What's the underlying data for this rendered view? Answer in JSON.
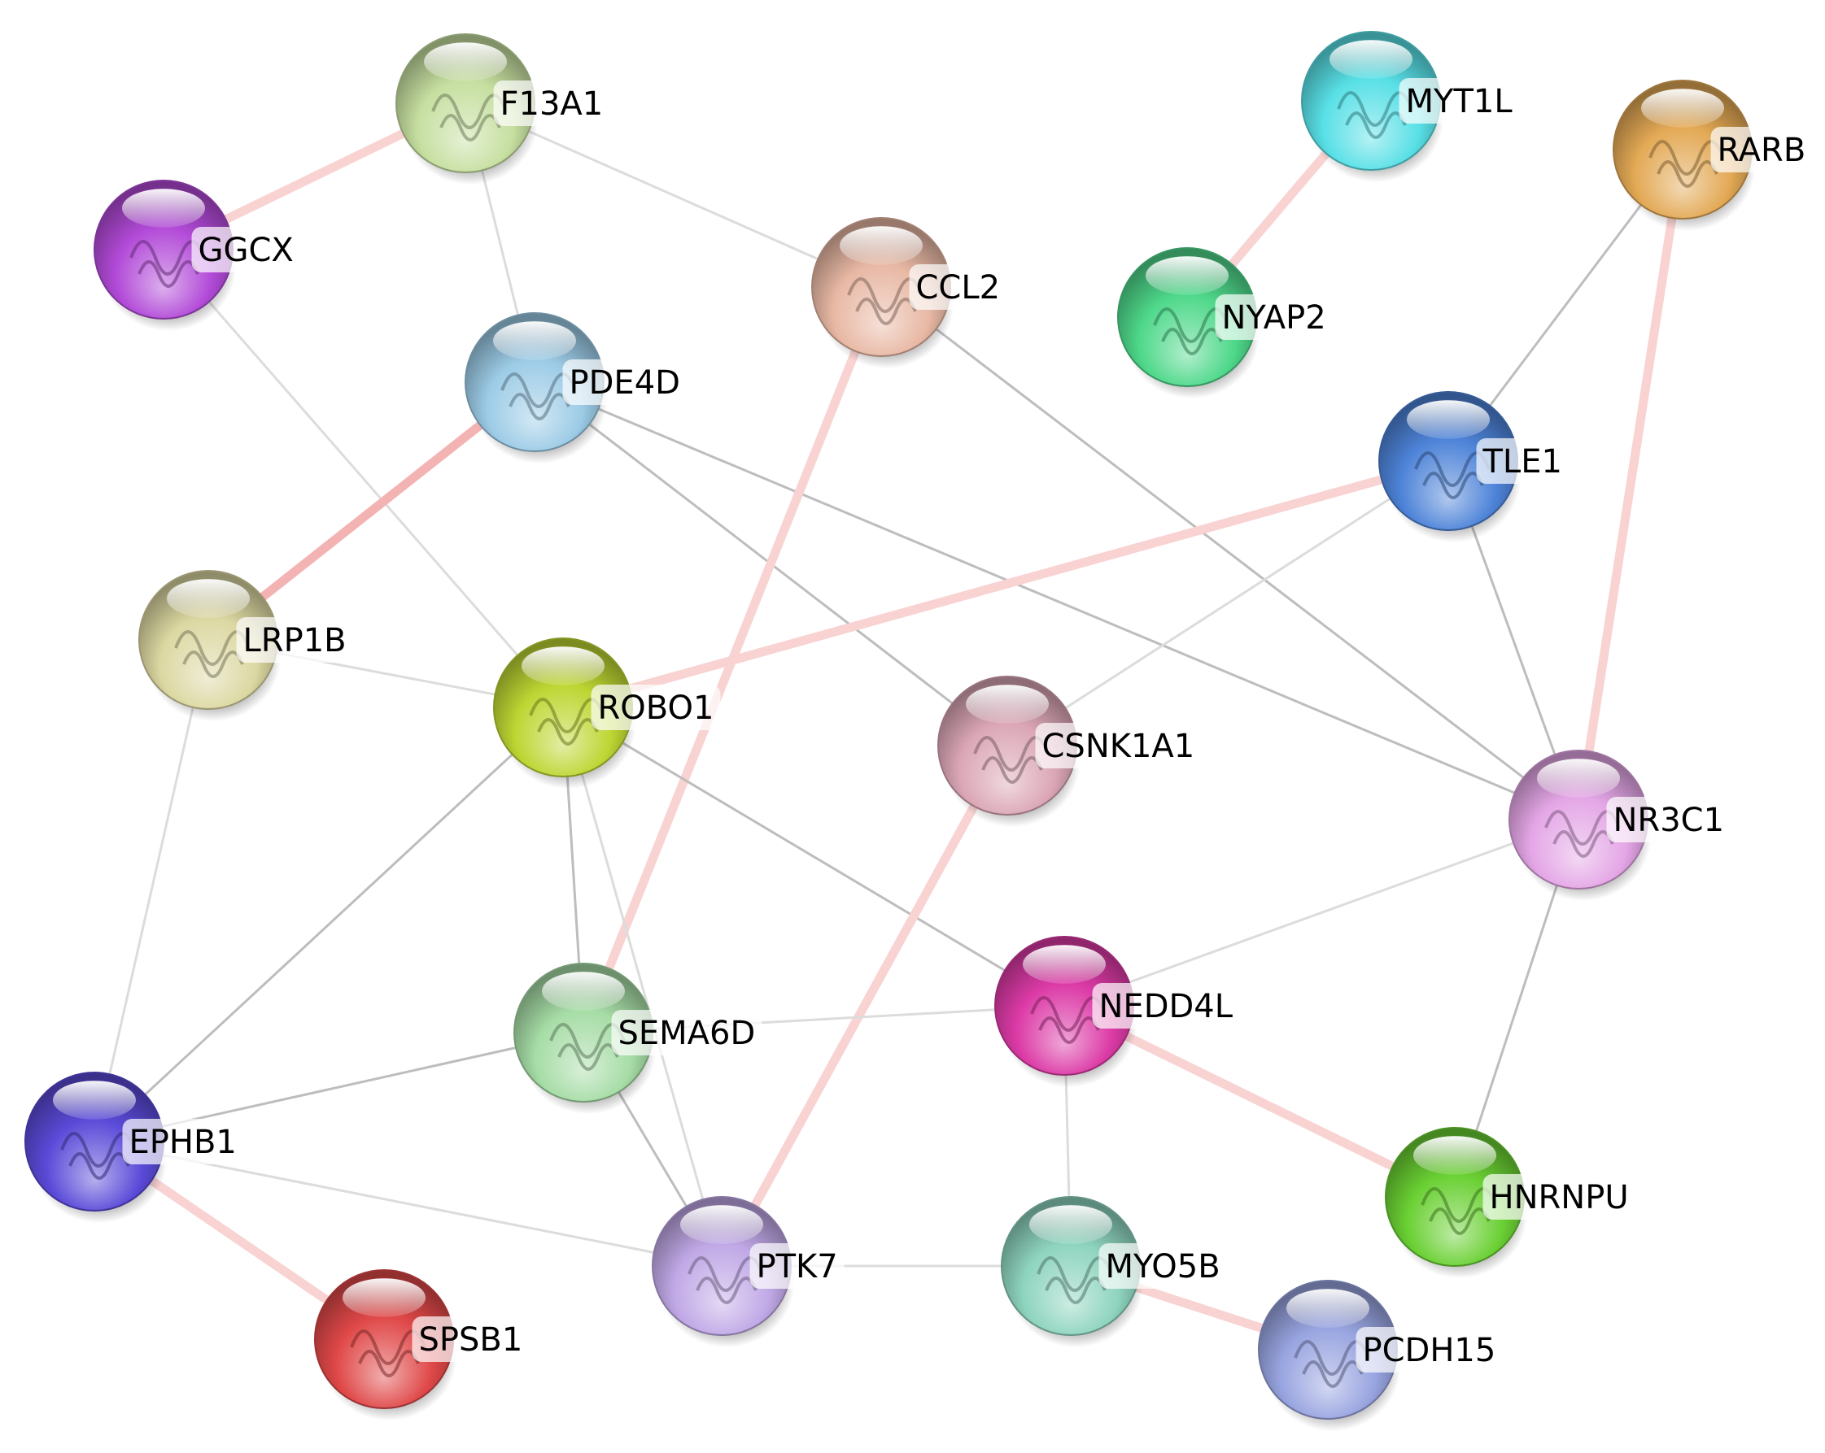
{
  "colors": {
    "background": "#ffffff",
    "edge_grey": "#bdbdbd",
    "edge_light": "#dcdcdc",
    "edge_red": "#f4b3b3",
    "edge_pink": "#f9d2d2"
  },
  "nodes": [
    {
      "id": "F13A1",
      "label": "F13A1",
      "color": "#c6dfa0"
    },
    {
      "id": "GGCX",
      "label": "GGCX",
      "color": "#b24ad8"
    },
    {
      "id": "CCL2",
      "label": "CCL2",
      "color": "#e8b8a4"
    },
    {
      "id": "MYT1L",
      "label": "MYT1L",
      "color": "#58e0e6"
    },
    {
      "id": "NYAP2",
      "label": "NYAP2",
      "color": "#4ed88a"
    },
    {
      "id": "RARB",
      "label": "RARB",
      "color": "#e3a955"
    },
    {
      "id": "PDE4D",
      "label": "PDE4D",
      "color": "#9ccbe6"
    },
    {
      "id": "TLE1",
      "label": "TLE1",
      "color": "#4d83d8"
    },
    {
      "id": "LRP1B",
      "label": "LRP1B",
      "color": "#dcd8a2"
    },
    {
      "id": "ROBO1",
      "label": "ROBO1",
      "color": "#bed633"
    },
    {
      "id": "CSNK1A1",
      "label": "CSNK1A1",
      "color": "#dba6b6"
    },
    {
      "id": "NR3C1",
      "label": "NR3C1",
      "color": "#e4a6e6"
    },
    {
      "id": "SEMA6D",
      "label": "SEMA6D",
      "color": "#a6dca6"
    },
    {
      "id": "NEDD4L",
      "label": "NEDD4L",
      "color": "#dc3aa6"
    },
    {
      "id": "EPHB1",
      "label": "EPHB1",
      "color": "#5a4ad8"
    },
    {
      "id": "HNRNPU",
      "label": "HNRNPU",
      "color": "#6ad033"
    },
    {
      "id": "PTK7",
      "label": "PTK7",
      "color": "#c0a8e6"
    },
    {
      "id": "MYO5B",
      "label": "MYO5B",
      "color": "#8ed4be"
    },
    {
      "id": "SPSB1",
      "label": "SPSB1",
      "color": "#e04848"
    },
    {
      "id": "PCDH15",
      "label": "PCDH15",
      "color": "#98a4e0"
    }
  ],
  "edges": [
    {
      "source": "F13A1",
      "target": "GGCX",
      "kind": "pink"
    },
    {
      "source": "F13A1",
      "target": "PDE4D",
      "kind": "light"
    },
    {
      "source": "F13A1",
      "target": "CCL2",
      "kind": "light"
    },
    {
      "source": "GGCX",
      "target": "ROBO1",
      "kind": "light"
    },
    {
      "source": "MYT1L",
      "target": "NYAP2",
      "kind": "pink"
    },
    {
      "source": "RARB",
      "target": "TLE1",
      "kind": "grey"
    },
    {
      "source": "RARB",
      "target": "NR3C1",
      "kind": "pink"
    },
    {
      "source": "PDE4D",
      "target": "LRP1B",
      "kind": "red"
    },
    {
      "source": "PDE4D",
      "target": "CSNK1A1",
      "kind": "grey"
    },
    {
      "source": "PDE4D",
      "target": "NR3C1",
      "kind": "grey"
    },
    {
      "source": "CCL2",
      "target": "SEMA6D",
      "kind": "pink"
    },
    {
      "source": "CCL2",
      "target": "NR3C1",
      "kind": "grey"
    },
    {
      "source": "TLE1",
      "target": "ROBO1",
      "kind": "pink"
    },
    {
      "source": "TLE1",
      "target": "CSNK1A1",
      "kind": "light"
    },
    {
      "source": "TLE1",
      "target": "NR3C1",
      "kind": "grey"
    },
    {
      "source": "LRP1B",
      "target": "ROBO1",
      "kind": "light"
    },
    {
      "source": "LRP1B",
      "target": "EPHB1",
      "kind": "light"
    },
    {
      "source": "ROBO1",
      "target": "SEMA6D",
      "kind": "grey"
    },
    {
      "source": "ROBO1",
      "target": "EPHB1",
      "kind": "grey"
    },
    {
      "source": "ROBO1",
      "target": "PTK7",
      "kind": "light"
    },
    {
      "source": "ROBO1",
      "target": "NEDD4L",
      "kind": "grey"
    },
    {
      "source": "CSNK1A1",
      "target": "PTK7",
      "kind": "pink"
    },
    {
      "source": "NR3C1",
      "target": "NEDD4L",
      "kind": "light"
    },
    {
      "source": "NR3C1",
      "target": "HNRNPU",
      "kind": "grey"
    },
    {
      "source": "SEMA6D",
      "target": "NEDD4L",
      "kind": "light"
    },
    {
      "source": "SEMA6D",
      "target": "EPHB1",
      "kind": "grey"
    },
    {
      "source": "SEMA6D",
      "target": "PTK7",
      "kind": "grey"
    },
    {
      "source": "NEDD4L",
      "target": "HNRNPU",
      "kind": "pink"
    },
    {
      "source": "NEDD4L",
      "target": "MYO5B",
      "kind": "light"
    },
    {
      "source": "EPHB1",
      "target": "SPSB1",
      "kind": "pink"
    },
    {
      "source": "EPHB1",
      "target": "PTK7",
      "kind": "light"
    },
    {
      "source": "PTK7",
      "target": "MYO5B",
      "kind": "light"
    },
    {
      "source": "MYO5B",
      "target": "PCDH15",
      "kind": "pink"
    }
  ]
}
